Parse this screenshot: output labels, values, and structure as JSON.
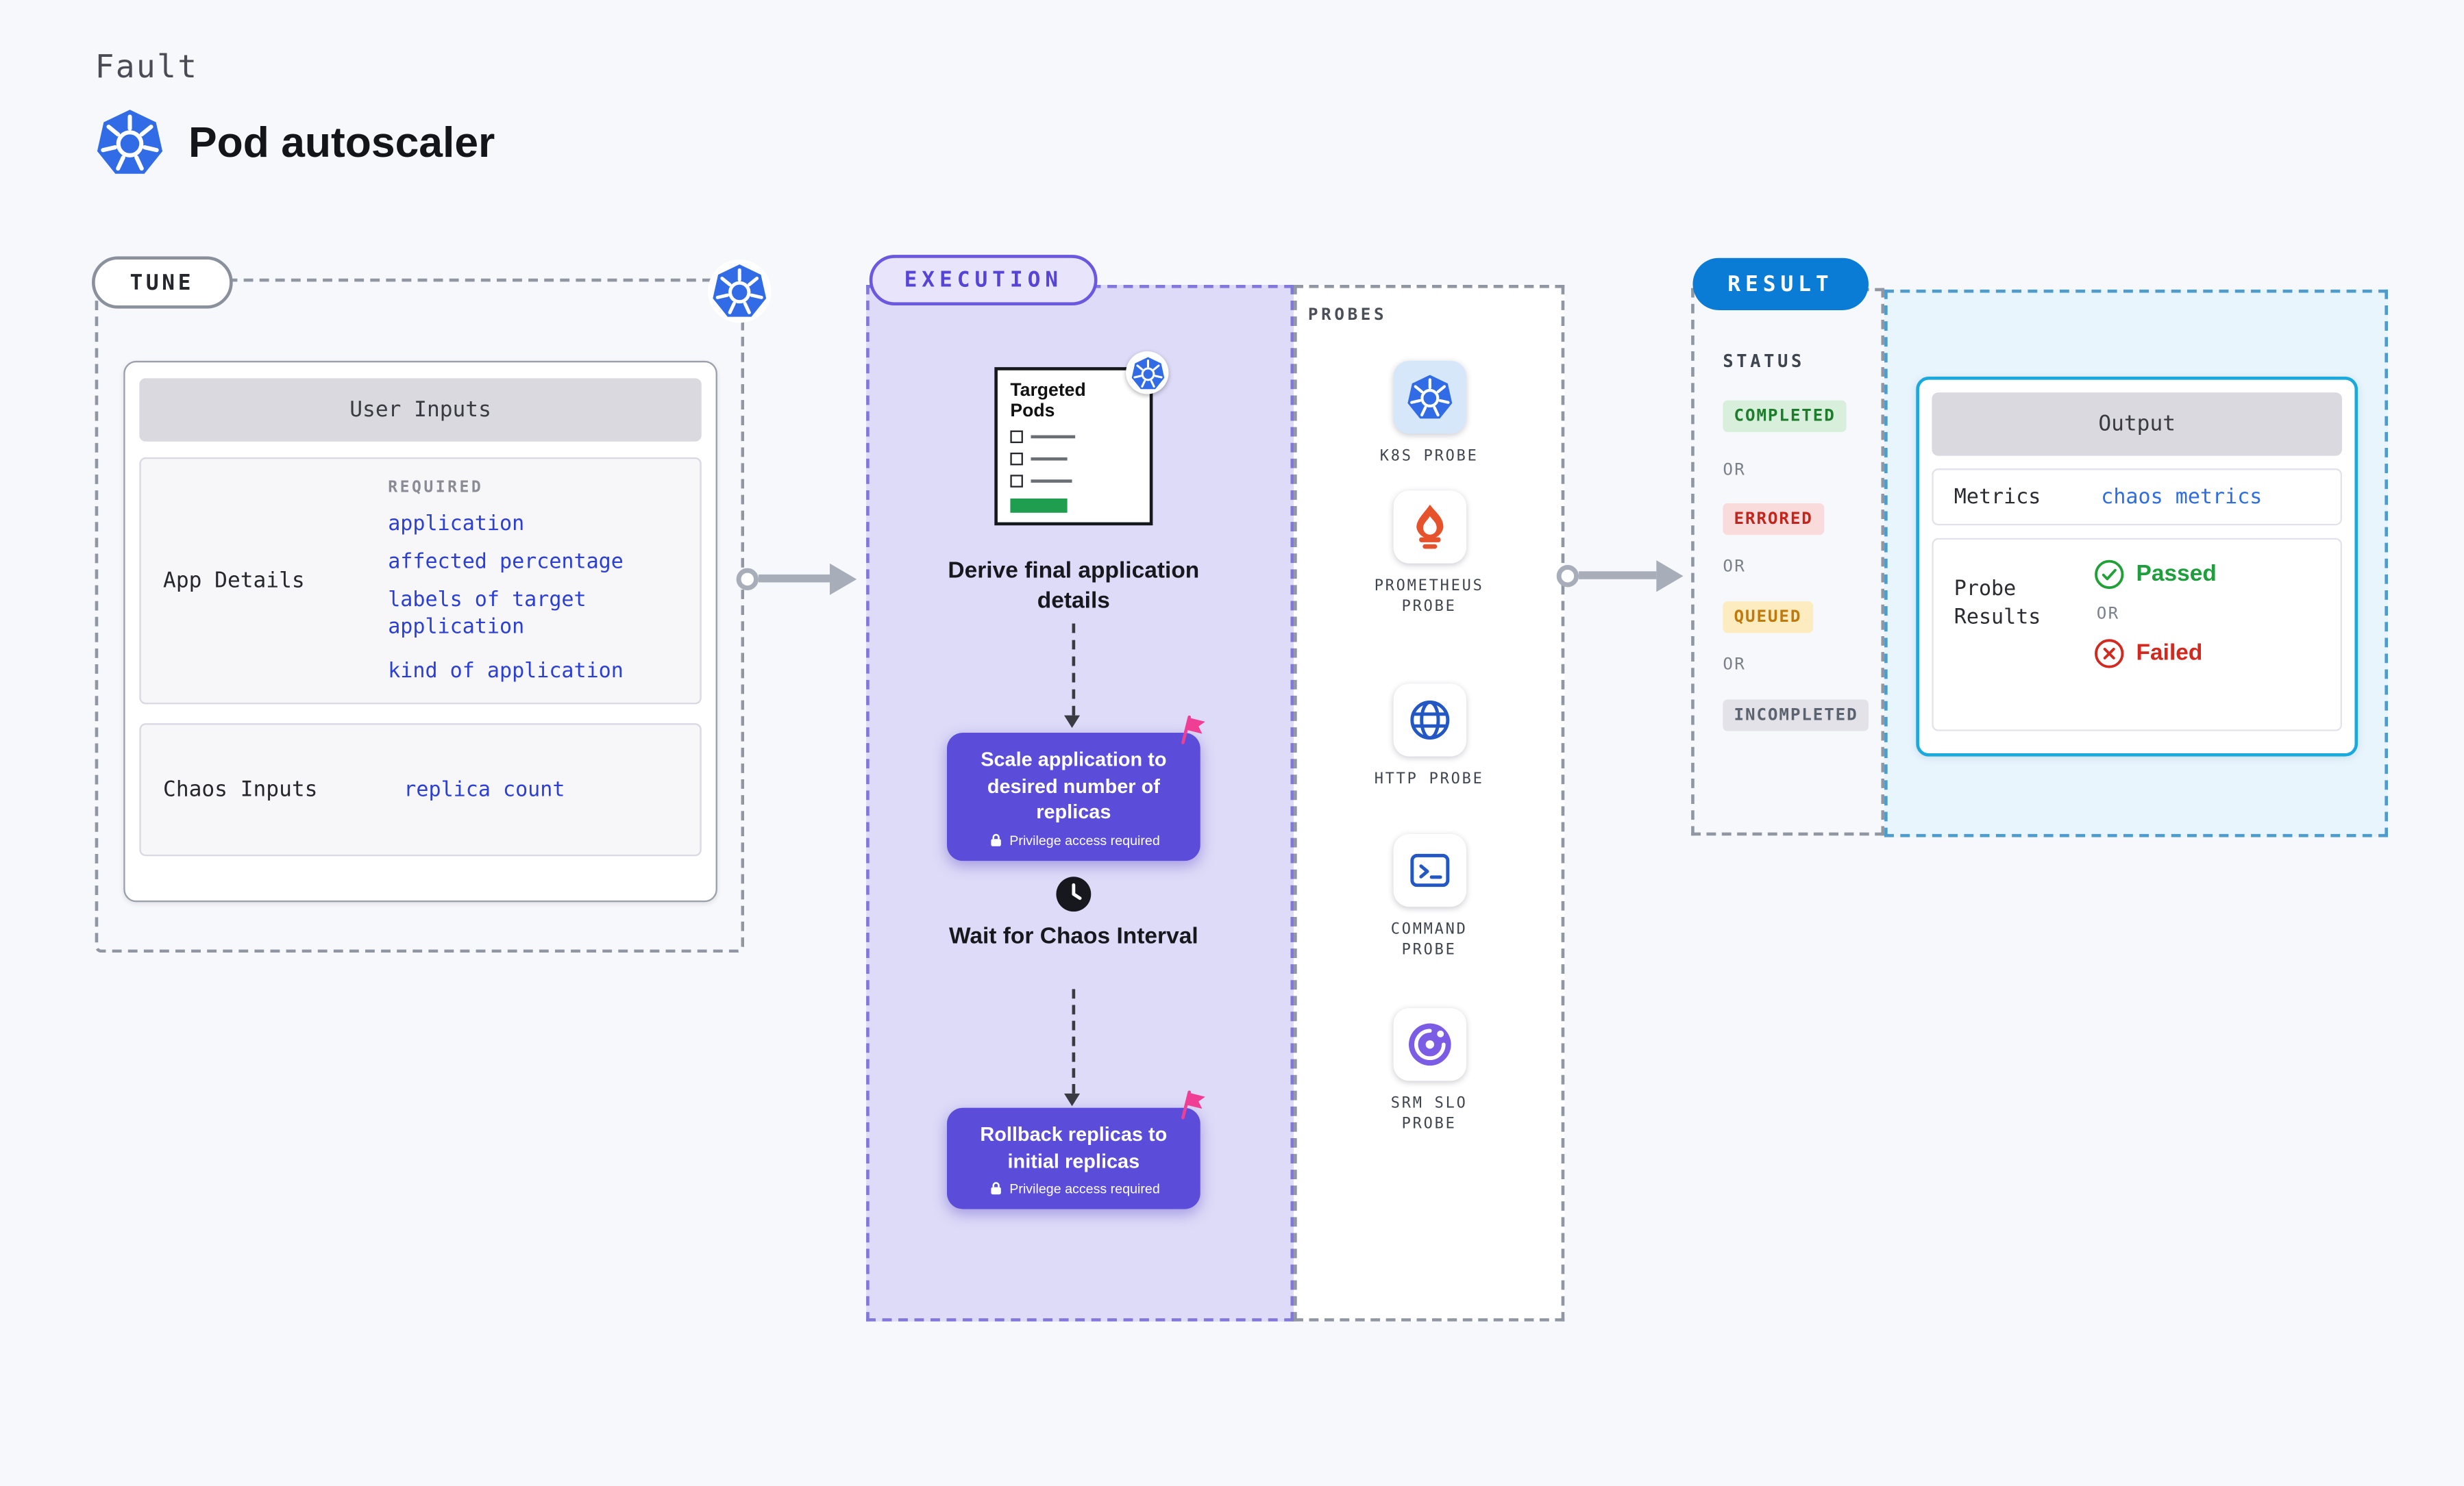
{
  "page": {
    "kind_label": "Fault",
    "title": "Pod autoscaler"
  },
  "tune": {
    "label": "TUNE",
    "card_title": "User Inputs",
    "app_details": {
      "label": "App Details",
      "required_label": "REQUIRED",
      "links": [
        "application",
        "affected percentage",
        "labels of target application",
        "kind of application"
      ]
    },
    "chaos_inputs": {
      "label": "Chaos Inputs",
      "link": "replica count"
    }
  },
  "execution": {
    "label": "EXECUTION",
    "targeted_pods_title": "Targeted Pods",
    "derive_step": "Derive final application details",
    "scale_step": "Scale application to desired number of replicas",
    "wait_step": "Wait for Chaos Interval",
    "rollback_step": "Rollback replicas to initial replicas",
    "privilege_note": "Privilege access required"
  },
  "probes": {
    "label": "PROBES",
    "items": [
      {
        "label": "K8S PROBE",
        "icon": "kubernetes-icon"
      },
      {
        "label": "PROMETHEUS PROBE",
        "icon": "prometheus-icon"
      },
      {
        "label": "HTTP PROBE",
        "icon": "globe-icon"
      },
      {
        "label": "COMMAND PROBE",
        "icon": "terminal-icon"
      },
      {
        "label": "SRM SLO PROBE",
        "icon": "gauge-icon"
      }
    ]
  },
  "result": {
    "label": "RESULT",
    "status_label": "STATUS",
    "or_label": "OR",
    "statuses": [
      {
        "label": "COMPLETED",
        "color": "#1e7d2c"
      },
      {
        "label": "ERRORED",
        "color": "#c3251d"
      },
      {
        "label": "QUEUED",
        "color": "#bf7a0e"
      },
      {
        "label": "INCOMPLETED",
        "color": "#5c6370"
      }
    ],
    "output": {
      "title": "Output",
      "metrics_label": "Metrics",
      "metrics_value": "chaos metrics",
      "probe_results_label": "Probe Results",
      "passed_label": "Passed",
      "failed_label": "Failed"
    }
  },
  "colors": {
    "accent_purple": "#5b4cda",
    "panel_purple": "#dedbf8",
    "result_blue": "#0b7cd6",
    "link_blue": "#2b3fd6",
    "metrics_link_blue": "#2e6de4",
    "success_green": "#1f9e3d",
    "error_red": "#d2281e",
    "queued_yellow": "#bf7a0e",
    "output_border": "#19a9dc",
    "kubernetes_blue": "#316ce6",
    "prometheus_orange": "#e6522c",
    "flag_pink": "#ef3e94"
  }
}
